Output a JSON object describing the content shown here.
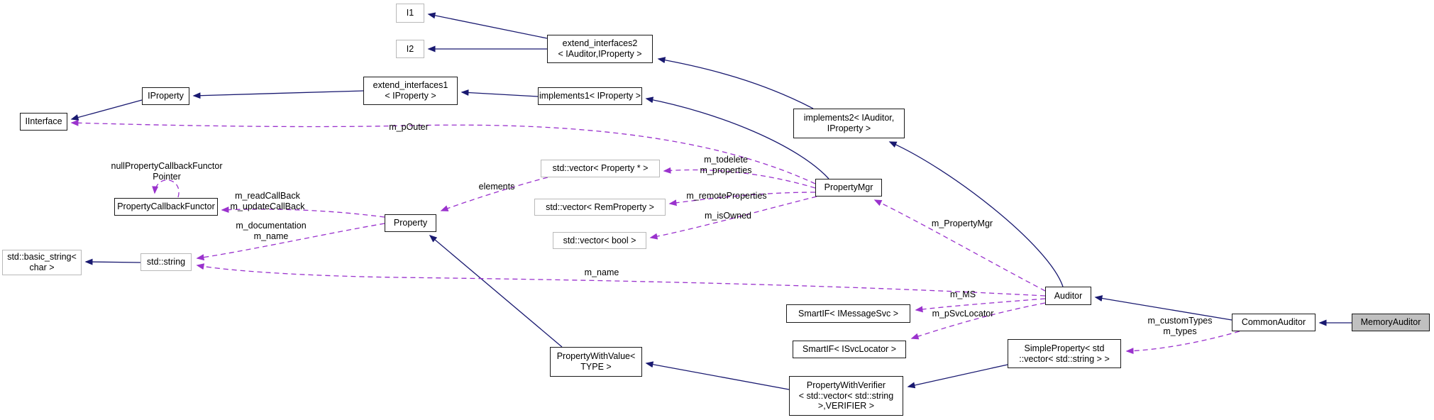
{
  "diagram": {
    "type": "collaboration-graph",
    "highlighted_class": "MemoryAuditor",
    "colors": {
      "inheritance_edge": "#191970",
      "usage_edge": "#9a32cd",
      "highlight_fill": "#c0c0c0",
      "external_border": "#b9b9b9",
      "class_border": "#1a1a1a"
    },
    "nodes": {
      "i1": {
        "label": "I1"
      },
      "i2": {
        "label": "I2"
      },
      "ext2": {
        "label": "extend_interfaces2\n< IAuditor,IProperty >"
      },
      "ext1": {
        "label": "extend_interfaces1\n< IProperty >"
      },
      "impl1": {
        "label": "implements1< IProperty >"
      },
      "iproperty": {
        "label": "IProperty"
      },
      "iinterface": {
        "label": "IInterface"
      },
      "impl2": {
        "label": "implements2< IAuditor,\nIProperty >"
      },
      "pcf": {
        "label": "PropertyCallbackFunctor"
      },
      "property": {
        "label": "Property"
      },
      "basicstring": {
        "label": "std::basic_string<\nchar >"
      },
      "stdstring": {
        "label": "std::string"
      },
      "vecprop": {
        "label": "std::vector< Property * >"
      },
      "vecrem": {
        "label": "std::vector< RemProperty >"
      },
      "vecbool": {
        "label": "std::vector< bool >"
      },
      "propertymgr": {
        "label": "PropertyMgr"
      },
      "auditor": {
        "label": "Auditor"
      },
      "smartif_msg": {
        "label": "SmartIF< IMessageSvc >"
      },
      "smartif_svc": {
        "label": "SmartIF< ISvcLocator >"
      },
      "pwv": {
        "label": "PropertyWithValue<\nTYPE >"
      },
      "pwverifier": {
        "label": "PropertyWithVerifier\n< std::vector< std::string\n>,VERIFIER >"
      },
      "simpleprop": {
        "label": "SimpleProperty< std\n::vector< std::string > >"
      },
      "commonauditor": {
        "label": "CommonAuditor"
      },
      "memoryauditor": {
        "label": "MemoryAuditor"
      }
    },
    "edge_labels": {
      "nullpcf": "nullPropertyCallbackFunctor\nPointer",
      "pouter": "m_pOuter",
      "elements": "elements",
      "todelete": "m_todelete\nm_properties",
      "remote": "m_remoteProperties",
      "isowned": "m_isOwned",
      "propertymgr": "m_PropertyMgr",
      "readcb": "m_readCallBack\nm_updateCallBack",
      "doc": "m_documentation\nm_name",
      "name": "m_name",
      "ms": "m_MS",
      "psvc": "m_pSvcLocator",
      "custom": "m_customTypes\nm_types"
    },
    "edges": [
      {
        "from": "extend_interfaces2",
        "to": "I1",
        "type": "inheritance"
      },
      {
        "from": "extend_interfaces2",
        "to": "I2",
        "type": "inheritance"
      },
      {
        "from": "implements2",
        "to": "extend_interfaces2",
        "type": "inheritance"
      },
      {
        "from": "implements1",
        "to": "extend_interfaces1",
        "type": "inheritance"
      },
      {
        "from": "extend_interfaces1",
        "to": "IProperty",
        "type": "inheritance"
      },
      {
        "from": "IProperty",
        "to": "IInterface",
        "type": "inheritance"
      },
      {
        "from": "PropertyMgr",
        "to": "implements1",
        "type": "inheritance"
      },
      {
        "from": "Auditor",
        "to": "implements2",
        "type": "inheritance"
      },
      {
        "from": "std::string",
        "to": "std::basic_string< char >",
        "type": "inheritance"
      },
      {
        "from": "PropertyWithValue< TYPE >",
        "to": "Property",
        "type": "inheritance"
      },
      {
        "from": "PropertyWithVerifier",
        "to": "PropertyWithValue< TYPE >",
        "type": "inheritance"
      },
      {
        "from": "SimpleProperty",
        "to": "PropertyWithVerifier",
        "type": "inheritance"
      },
      {
        "from": "CommonAuditor",
        "to": "Auditor",
        "type": "inheritance"
      },
      {
        "from": "MemoryAuditor",
        "to": "CommonAuditor",
        "type": "inheritance"
      },
      {
        "from": "PropertyMgr",
        "to": "IInterface",
        "type": "usage",
        "label": "m_pOuter"
      },
      {
        "from": "PropertyMgr",
        "to": "std::vector< Property * >",
        "type": "usage",
        "label": "m_todelete m_properties"
      },
      {
        "from": "PropertyMgr",
        "to": "std::vector< RemProperty >",
        "type": "usage",
        "label": "m_remoteProperties"
      },
      {
        "from": "PropertyMgr",
        "to": "std::vector< bool >",
        "type": "usage",
        "label": "m_isOwned"
      },
      {
        "from": "Auditor",
        "to": "PropertyMgr",
        "type": "usage",
        "label": "m_PropertyMgr"
      },
      {
        "from": "std::vector< Property * >",
        "to": "Property",
        "type": "usage",
        "label": "elements"
      },
      {
        "from": "Property",
        "to": "PropertyCallbackFunctor",
        "type": "usage",
        "label": "m_readCallBack m_updateCallBack"
      },
      {
        "from": "Property",
        "to": "std::string",
        "type": "usage",
        "label": "m_documentation m_name"
      },
      {
        "from": "Auditor",
        "to": "std::string",
        "type": "usage",
        "label": "m_name"
      },
      {
        "from": "PropertyCallbackFunctor",
        "to": "PropertyCallbackFunctor",
        "type": "usage",
        "label": "nullPropertyCallbackFunctor Pointer"
      },
      {
        "from": "Auditor",
        "to": "SmartIF< IMessageSvc >",
        "type": "usage",
        "label": "m_MS"
      },
      {
        "from": "Auditor",
        "to": "SmartIF< ISvcLocator >",
        "type": "usage",
        "label": "m_pSvcLocator"
      },
      {
        "from": "CommonAuditor",
        "to": "SimpleProperty",
        "type": "usage",
        "label": "m_customTypes m_types"
      }
    ]
  }
}
